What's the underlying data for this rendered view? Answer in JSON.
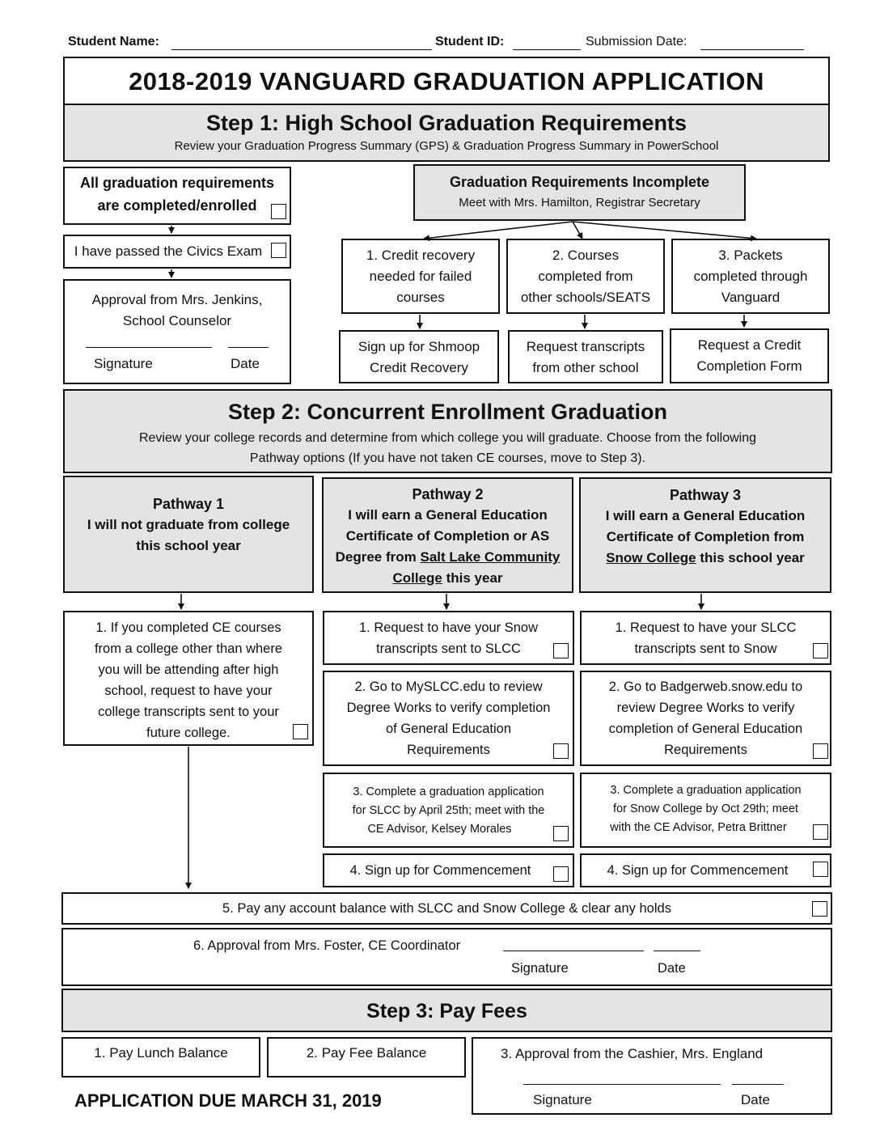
{
  "header": {
    "student_name_label": "Student Name:",
    "student_id_label": "Student ID:",
    "submission_date_label": "Submission Date:"
  },
  "title": "2018-2019 VANGUARD GRADUATION APPLICATION",
  "step1": {
    "heading": "Step 1: High School Graduation Requirements",
    "subheading": "Review your Graduation Progress Summary (GPS) & Graduation Progress Summary in PowerSchool",
    "completed_line1": "All graduation requirements",
    "completed_line2": "are completed/enrolled",
    "civics": "I have passed the Civics Exam",
    "approval_line1": "Approval from Mrs. Jenkins,",
    "approval_line2": "School Counselor",
    "signature_label": "Signature",
    "date_label": "Date",
    "incomplete_title": "Graduation Requirements Incomplete",
    "incomplete_sub": "Meet with Mrs. Hamilton, Registrar Secretary",
    "options": [
      {
        "lines": [
          "1. Credit recovery",
          "needed for failed",
          "courses"
        ],
        "action": [
          "Sign up for Shmoop",
          "Credit Recovery"
        ]
      },
      {
        "lines": [
          "2. Courses",
          "completed from",
          "other schools/SEATS"
        ],
        "action": [
          "Request transcripts",
          "from other school"
        ]
      },
      {
        "lines": [
          "3. Packets",
          "completed through",
          "Vanguard"
        ],
        "action": [
          "Request a Credit",
          "Completion Form"
        ]
      }
    ]
  },
  "step2": {
    "heading": "Step 2: Concurrent Enrollment Graduation",
    "sub_line1": "Review your college records and determine from which college you will graduate. Choose from the following",
    "sub_line2": "Pathway options (If you have not taken CE courses, move to Step 3).",
    "p1": {
      "title": "Pathway 1",
      "line1": "I will not graduate from college",
      "line2": "this school year",
      "step_lines": [
        "1.  If you completed CE courses",
        "from a college other than where",
        "you will be attending after high",
        "school, request to have your",
        "college transcripts sent to your",
        "future college."
      ]
    },
    "p2": {
      "title": "Pathway 2",
      "line1": "I will earn a General Education",
      "line2": "Certificate of Completion or AS",
      "line3_pre": "Degree from ",
      "line3_link": "Salt Lake Community",
      "line4_link": "College",
      "line4_post": " this year",
      "steps": [
        [
          "1.  Request to have your Snow",
          "transcripts sent to SLCC"
        ],
        [
          "2.  Go to MySLCC.edu to review",
          "Degree Works to verify completion",
          "of General Education",
          "Requirements"
        ],
        [
          "3.  Complete a graduation application",
          "for SLCC by April 25th; meet with the",
          "CE Advisor, Kelsey Morales"
        ],
        [
          "4. Sign up for Commencement"
        ]
      ]
    },
    "p3": {
      "title": "Pathway 3",
      "line1": "I will earn a General Education",
      "line2": "Certificate of Completion from",
      "line3_link": "Snow College",
      "line3_post": " this school year",
      "steps": [
        [
          "1.  Request to have your SLCC",
          "transcripts sent to Snow"
        ],
        [
          "2.  Go to Badgerweb.snow.edu to",
          "review Degree Works to verify",
          "completion of General Education",
          "Requirements"
        ],
        [
          "3. Complete a graduation application",
          "for Snow College by Oct 29th; meet",
          "with the CE Advisor, Petra Brittner"
        ],
        [
          "4. Sign up for Commencement"
        ]
      ]
    },
    "pay_balance": "5. Pay any account balance with SLCC and Snow College & clear any holds",
    "approval": "6. Approval from Mrs. Foster, CE Coordinator",
    "signature_label": "Signature",
    "date_label": "Date"
  },
  "step3": {
    "heading": "Step 3: Pay Fees",
    "lunch": "1.  Pay Lunch Balance",
    "fee": "2.  Pay Fee Balance",
    "cashier": "3.  Approval from the Cashier, Mrs. England",
    "signature_label": "Signature",
    "date_label": "Date"
  },
  "due": "APPLICATION DUE MARCH 31, 2019"
}
